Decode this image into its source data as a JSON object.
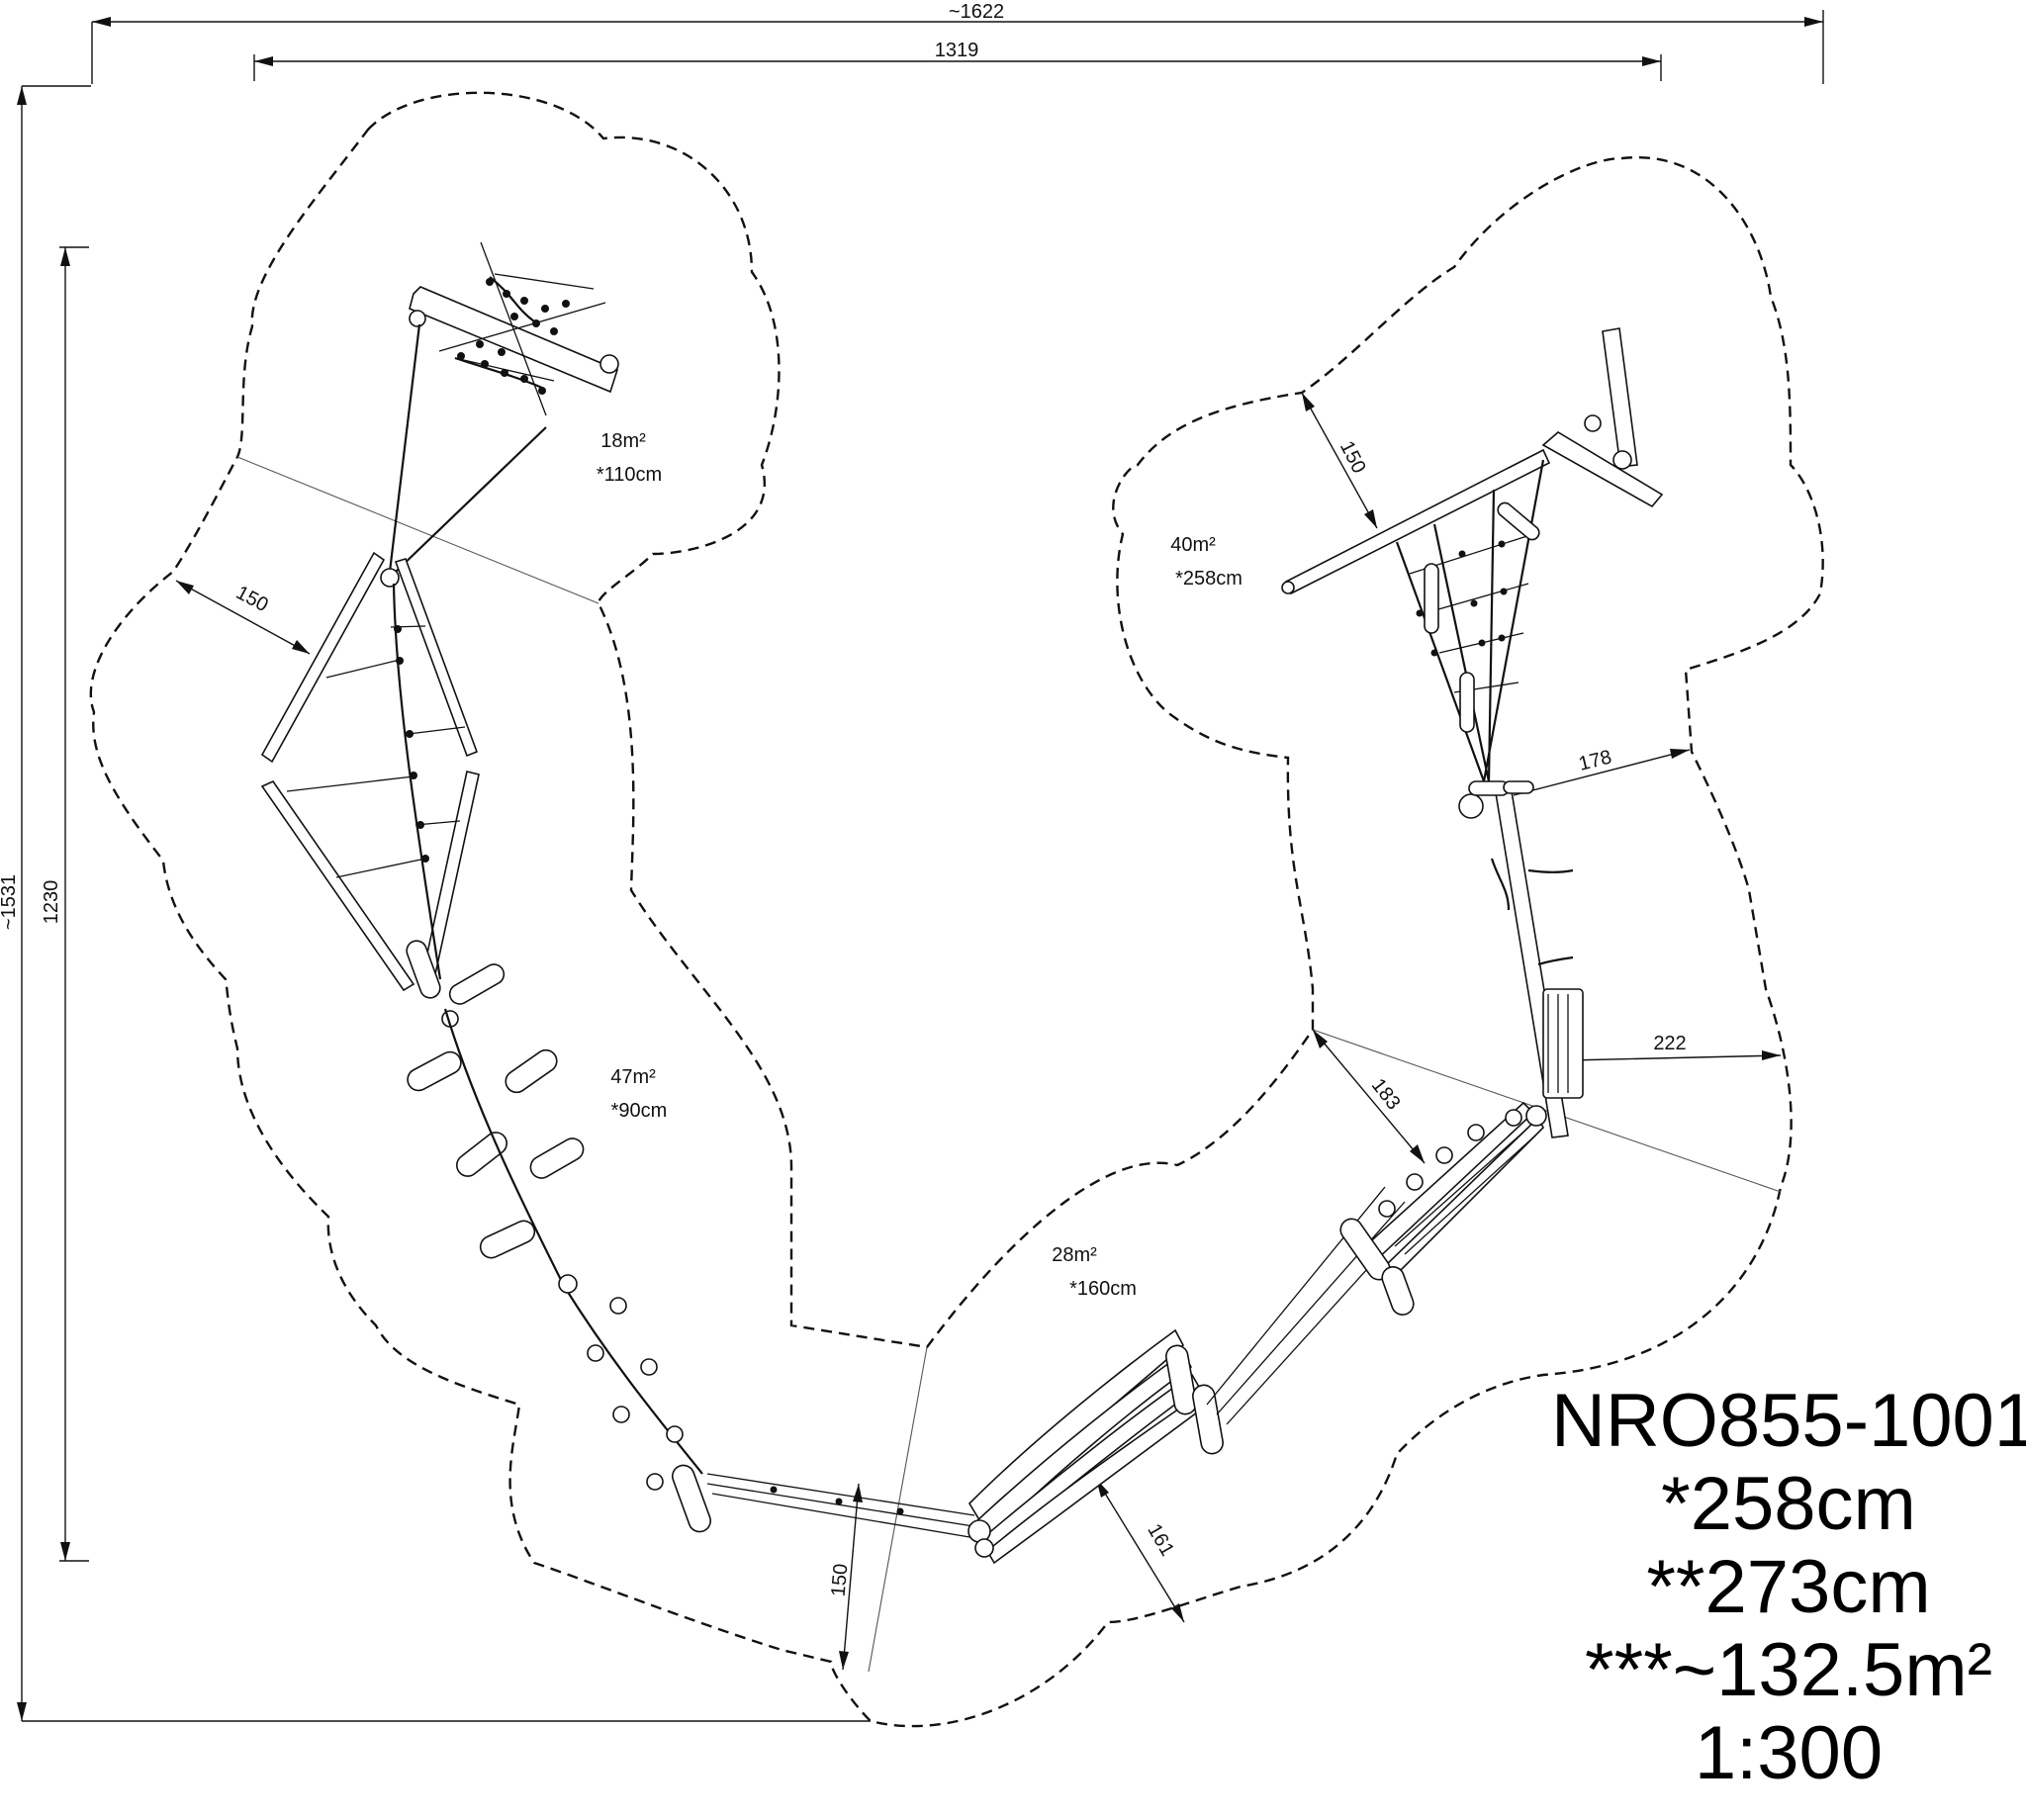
{
  "dimensions": {
    "overall_width": "~1622",
    "inner_width": "1319",
    "overall_height": "~1531",
    "inner_height": "1230"
  },
  "safety_distances": [
    "150",
    "150",
    "150",
    "178",
    "222",
    "183",
    "161"
  ],
  "zones": [
    {
      "area": "18m²",
      "fall_height": "*110cm"
    },
    {
      "area": "40m²",
      "fall_height": "*258cm"
    },
    {
      "area": "47m²",
      "fall_height": "*90cm"
    },
    {
      "area": "28m²",
      "fall_height": "*160cm"
    }
  ],
  "legend": {
    "product_code": "NRO855-1001",
    "max_fall_height": "*258cm",
    "total_height": "**273cm",
    "safety_area": "***~132.5m²",
    "scale": "1:300"
  }
}
